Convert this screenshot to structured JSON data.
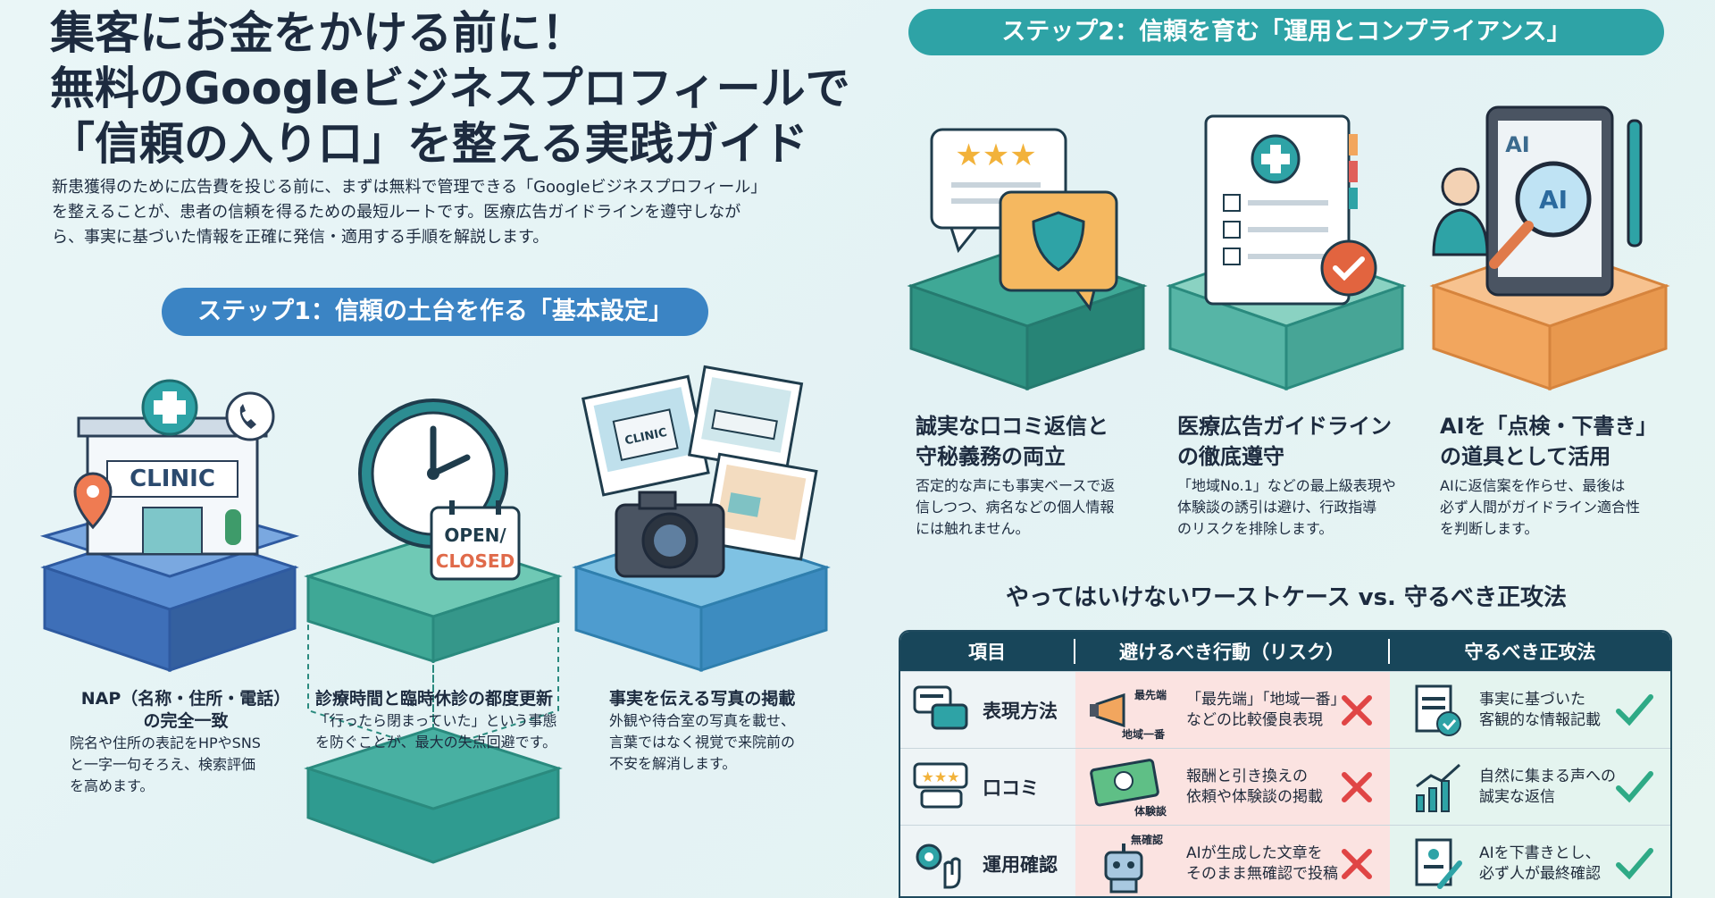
{
  "header": {
    "title_line1": "集客にお金をかける前に！",
    "title_line2": "無料のGoogleビジネスプロフィールで",
    "title_line3": "「信頼の入り口」を整える実践ガイド",
    "intro_line1": "新患獲得のために広告費を投じる前に、まずは無料で管理できる「Googleビジネスプロフィール」",
    "intro_line2": "を整えることが、患者の信頼を得るための最短ルートです。医療広告ガイドラインを遵守しなが",
    "intro_line3": "ら、事実に基づいた情報を正確に発信・適用する手順を解説します。"
  },
  "step1": {
    "label": "ステップ1：信頼の土台を作る「基本設定」",
    "cards": [
      {
        "title1": "NAP（名称・住所・電話）",
        "title2": "の完全一致",
        "desc1": "院名や住所の表記をHPやSNS",
        "desc2": "と一字一句そろえ、検索評価",
        "desc3": "を高めます。",
        "sign": "CLINIC"
      },
      {
        "title1": "診療時間と臨時休診の都度更新",
        "desc1": "「行ったら閉まっていた」という事態",
        "desc2": "を防ぐことが、最大の失点回避です。",
        "sign_open": "OPEN/",
        "sign_closed": "CLOSED"
      },
      {
        "title1": "事実を伝える写真の掲載",
        "desc1": "外観や待合室の写真を載せ、",
        "desc2": "言葉ではなく視覚で来院前の",
        "desc3": "不安を解消します。",
        "photo_sign": "CLINIC"
      }
    ]
  },
  "step2": {
    "label": "ステップ2：信頼を育む「運用とコンプライアンス」",
    "cards": [
      {
        "title1": "誠実な口コミ返信と",
        "title2": "守秘義務の両立",
        "desc1": "否定的な声にも事実ベースで返",
        "desc2": "信しつつ、病名などの個人情報",
        "desc3": "には触れません。"
      },
      {
        "title1": "医療広告ガイドライン",
        "title2": "の徹底遵守",
        "desc1": "「地域No.1」などの最上級表現や",
        "desc2": "体験談の誘引は避け、行政指導",
        "desc3": "のリスクを排除します。"
      },
      {
        "title1": "AIを「点検・下書き」",
        "title2": "の道具として活用",
        "desc1": "AIに返信案を作らせ、最後は",
        "desc2": "必ず人間がガイドライン適合性",
        "desc3": "を判断します。",
        "ai_badge": "AI"
      }
    ]
  },
  "comparison": {
    "title": "やってはいけないワーストケース vs. 守るべき正攻法",
    "headers": [
      "項目",
      "避けるべき行動（リスク）",
      "守るべき正攻法"
    ],
    "rows": [
      {
        "item": "表現方法",
        "bad1": "「最先端」「地域一番」",
        "bad2": "などの比較優良表現",
        "bad_tag1": "最先端",
        "bad_tag2": "地域一番",
        "good1": "事実に基づいた",
        "good2": "客観的な情報記載"
      },
      {
        "item": "口コミ",
        "bad1": "報酬と引き換えの",
        "bad2": "依頼や体験談の掲載",
        "bad_tag1": "体験談",
        "good1": "自然に集まる声への",
        "good2": "誠実な返信"
      },
      {
        "item": "運用確認",
        "bad1": "AIが生成した文章を",
        "bad2": "そのまま無確認で投稿",
        "bad_tag1": "無確認",
        "good1": "AIを下書きとし、",
        "good2": "必ず人が最終確認"
      }
    ]
  },
  "colors": {
    "blue": "#3b84c4",
    "teal": "#2ea3a6",
    "navy": "#18465a",
    "orange": "#f2a65e",
    "red": "#e04545",
    "green": "#2eaa86"
  }
}
